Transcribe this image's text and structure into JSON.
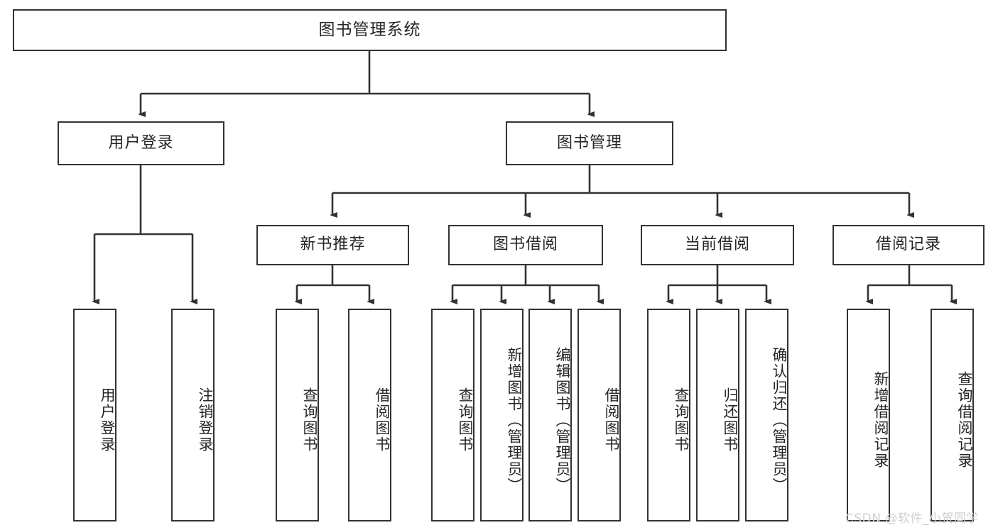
{
  "diagram": {
    "title": "图书管理系统",
    "type": "tree-hierarchy-chart",
    "watermark": "CSDN @软件_小贺同学",
    "colors": {
      "stroke": "#333333",
      "fill": "#ffffff",
      "text": "#262626",
      "watermark": "#cfcfcf"
    }
  },
  "nodes": {
    "root": {
      "label": "图书管理系统"
    },
    "level2": [
      {
        "id": "user-login",
        "label": "用户登录"
      },
      {
        "id": "book-manage",
        "label": "图书管理"
      }
    ],
    "level3": [
      {
        "id": "new-book-recommend",
        "label": "新书推荐"
      },
      {
        "id": "book-borrow",
        "label": "图书借阅"
      },
      {
        "id": "current-borrow",
        "label": "当前借阅"
      },
      {
        "id": "borrow-record",
        "label": "借阅记录"
      }
    ],
    "leaves": {
      "user-login": [
        {
          "id": "leaf-user-login",
          "label": "用户登录"
        },
        {
          "id": "leaf-user-logout",
          "label": "注销登录"
        }
      ],
      "new-book-recommend": [
        {
          "id": "leaf-query-book-1",
          "label": "查询图书"
        },
        {
          "id": "leaf-borrow-book-1",
          "label": "借阅图书"
        }
      ],
      "book-borrow": [
        {
          "id": "leaf-query-book-2",
          "label": "查询图书"
        },
        {
          "id": "leaf-add-book",
          "label": "新增图书（管理员）"
        },
        {
          "id": "leaf-edit-book",
          "label": "编辑图书（管理员）"
        },
        {
          "id": "leaf-borrow-book-2",
          "label": "借阅图书"
        }
      ],
      "current-borrow": [
        {
          "id": "leaf-query-book-3",
          "label": "查询图书"
        },
        {
          "id": "leaf-return-book",
          "label": "归还图书"
        },
        {
          "id": "leaf-confirm-return",
          "label": "确认归还（管理员）"
        }
      ],
      "borrow-record": [
        {
          "id": "leaf-add-record",
          "label": "新增借阅记录"
        },
        {
          "id": "leaf-query-record",
          "label": "查询借阅记录"
        }
      ]
    }
  }
}
